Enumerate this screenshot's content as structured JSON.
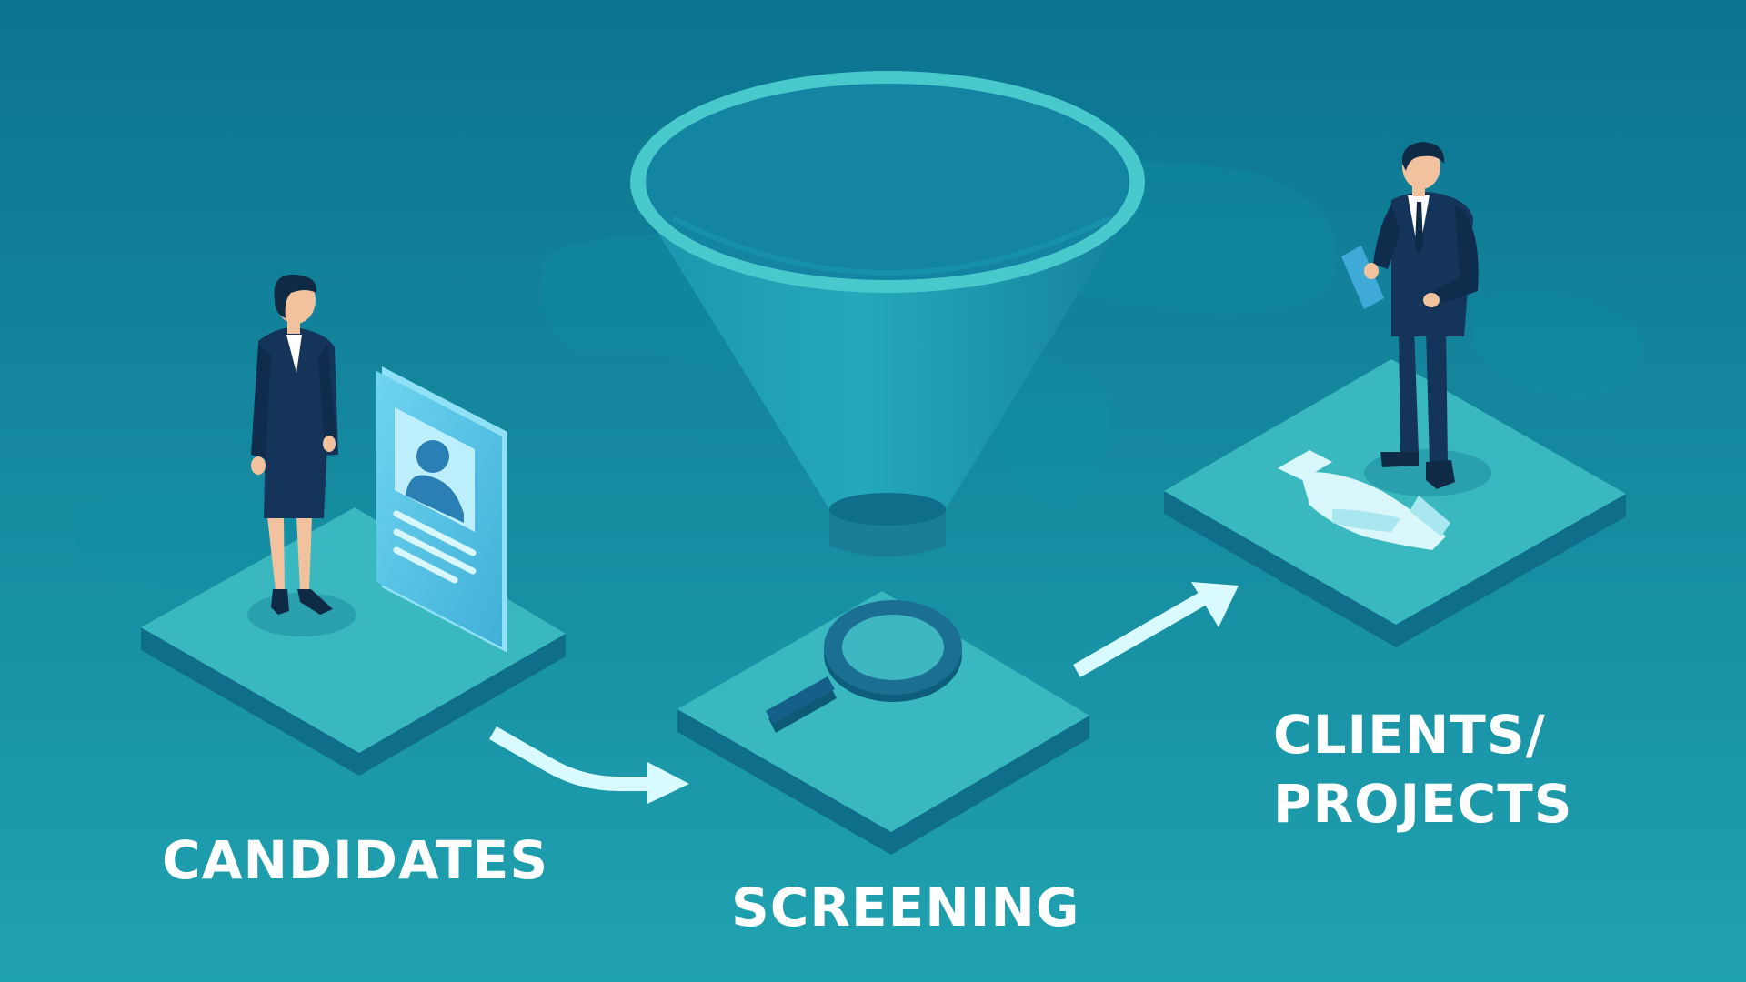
{
  "stages": [
    {
      "id": "candidates",
      "label": "CANDIDATES"
    },
    {
      "id": "screening",
      "label": "SCREENING"
    },
    {
      "id": "clients",
      "line1": "CLIENTS/",
      "line2": "PROJECTS"
    }
  ],
  "icons": {
    "funnel": "funnel-icon",
    "magnifier": "magnifying-glass-icon",
    "handshake": "handshake-icon",
    "resume": "resume-card-icon"
  },
  "colors": {
    "background_light": "#1fa2b0",
    "background_dark": "#0c7390",
    "platform_top": "#39b8bf",
    "platform_side": "#0f6f8a",
    "arrow": "#d9fbff",
    "funnel_rim": "#48c9cc",
    "suit": "#14345a",
    "label_text": "#ffffff"
  }
}
